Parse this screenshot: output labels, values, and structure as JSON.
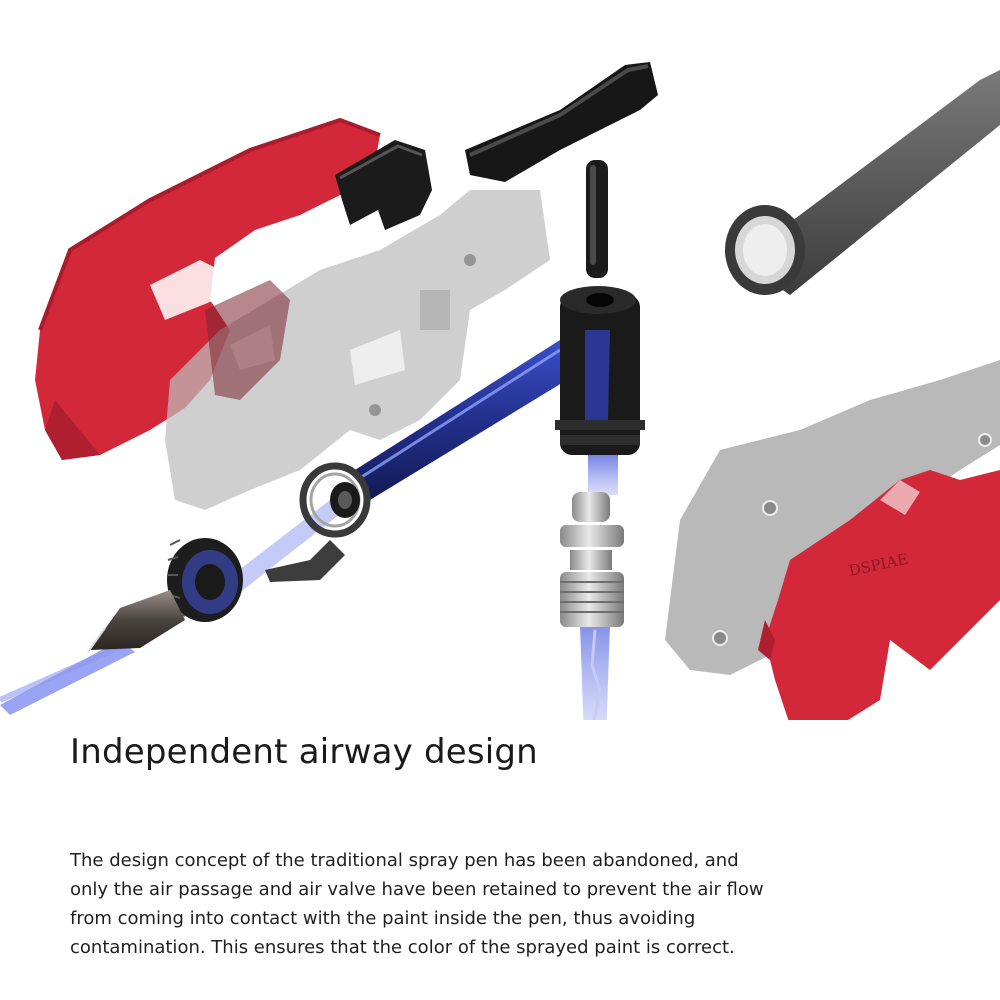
{
  "brand": "DSPIAE",
  "headline": "Independent airway design",
  "description_lines": [
    "The design concept of the traditional spray pen has been abandoned, and",
    "only the air passage and air valve have been retained to prevent the air flow",
    "from coming into contact with the paint inside the pen, thus avoiding",
    "contamination. This ensures that the color of the sprayed paint is correct."
  ],
  "colors": {
    "shell_red": "#d3283a",
    "shell_grey": "#b9b9b9",
    "cap_black": "#1b1b1b",
    "airflow_blue": "#5b6ad8",
    "text": "#1a1a1a"
  }
}
